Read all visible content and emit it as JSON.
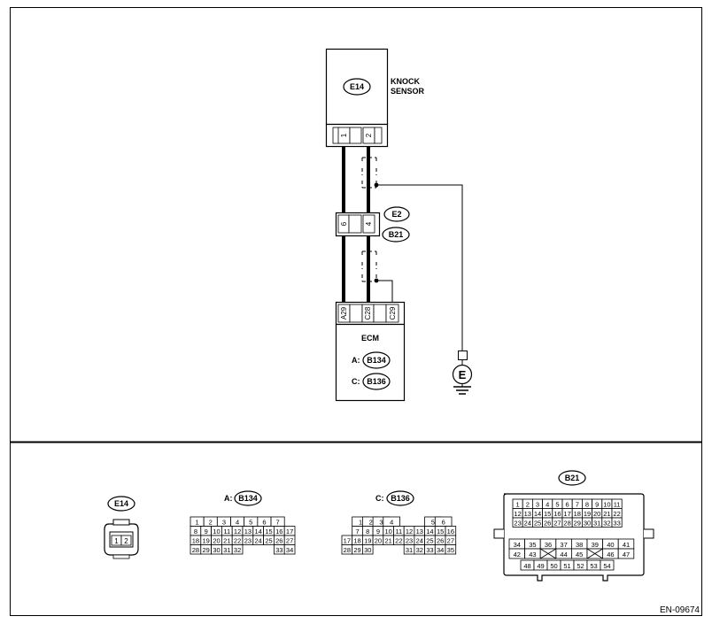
{
  "knock_sensor": {
    "connector": "E14",
    "name_line1": "KNOCK",
    "name_line2": "SENSOR",
    "pins": [
      "1",
      "2"
    ]
  },
  "joint": {
    "connector_a": "E2",
    "connector_b": "B21",
    "pins": [
      "6",
      "4"
    ]
  },
  "ecm": {
    "name": "ECM",
    "conn_a_prefix": "A:",
    "conn_a": "B134",
    "conn_c_prefix": "C:",
    "conn_c": "B136",
    "terminals": [
      "A29",
      "C28",
      "C29"
    ]
  },
  "ground_symbol": "E",
  "connector_views": {
    "e14": {
      "name": "E14",
      "pins": [
        "1",
        "2"
      ]
    },
    "b134": {
      "prefix": "A:",
      "name": "B134",
      "rows": [
        [
          "1",
          "2",
          "3",
          "4",
          "5",
          "6",
          "7"
        ],
        [
          "8",
          "9",
          "10",
          "11",
          "12",
          "13",
          "14",
          "15",
          "16",
          "17"
        ],
        [
          "18",
          "19",
          "20",
          "21",
          "22",
          "23",
          "24",
          "25",
          "26",
          "27"
        ],
        [
          "28",
          "29",
          "30",
          "31",
          "32",
          "33",
          "34"
        ]
      ]
    },
    "b136": {
      "prefix": "C:",
      "name": "B136",
      "rows": [
        [
          "1",
          "2",
          "3",
          "4",
          "5",
          "6"
        ],
        [
          "7",
          "8",
          "9",
          "10",
          "11",
          "12",
          "13",
          "14",
          "15",
          "16"
        ],
        [
          "17",
          "18",
          "19",
          "20",
          "21",
          "22",
          "23",
          "24",
          "25",
          "26",
          "27"
        ],
        [
          "28",
          "29",
          "30",
          "31",
          "32",
          "33",
          "34",
          "35"
        ]
      ]
    },
    "b21": {
      "name": "B21",
      "rows": [
        [
          "1",
          "2",
          "3",
          "4",
          "5",
          "6",
          "7",
          "8",
          "9",
          "10",
          "11"
        ],
        [
          "12",
          "13",
          "14",
          "15",
          "16",
          "17",
          "18",
          "19",
          "20",
          "21",
          "22"
        ],
        [
          "23",
          "24",
          "25",
          "26",
          "27",
          "28",
          "29",
          "30",
          "31",
          "32",
          "33"
        ],
        [
          "34",
          "35",
          "36",
          "37",
          "38",
          "39",
          "40",
          "41"
        ],
        [
          "42",
          "43",
          "44",
          "45",
          "46",
          "47"
        ],
        [
          "48",
          "49",
          "50",
          "51",
          "52",
          "53",
          "54"
        ]
      ]
    }
  },
  "diagram_code": "EN-09674"
}
